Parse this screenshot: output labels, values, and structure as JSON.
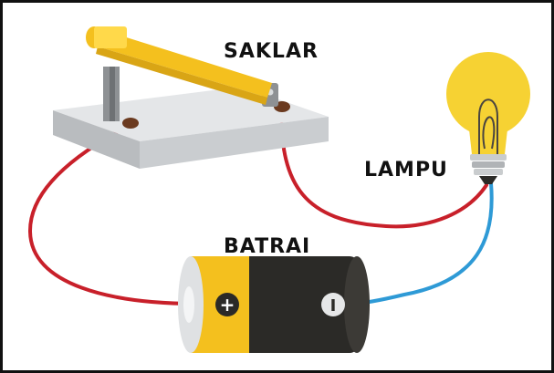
{
  "labels": {
    "switch": "SAKLAR",
    "lamp": "LAMPU",
    "battery": "BATRAI"
  },
  "battery": {
    "positive_symbol": "+",
    "negative_symbol": "I"
  },
  "colors": {
    "wire_positive": "#c8202a",
    "wire_negative": "#2e9ad6",
    "switch_lever": "#f4c01e",
    "switch_base": "#d6d8da",
    "bulb": "#f6d233",
    "battery_body": "#2b2a27",
    "battery_cap": "#f4c01e"
  }
}
